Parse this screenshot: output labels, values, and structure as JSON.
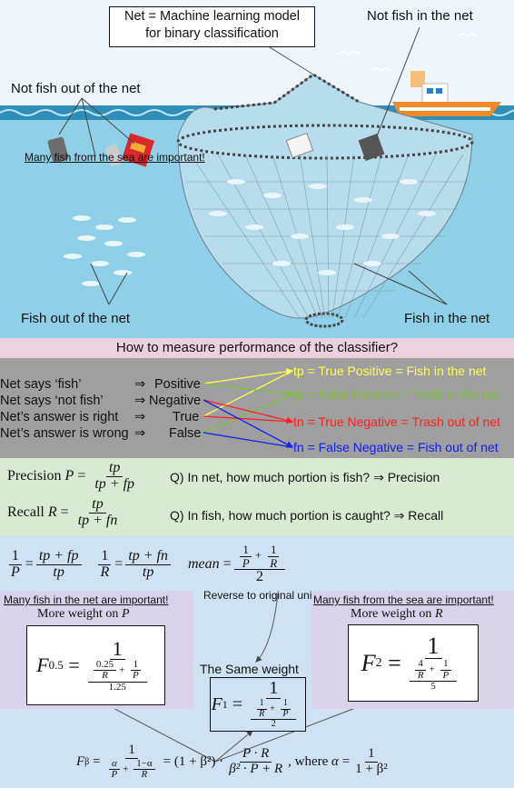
{
  "scene": {
    "net_label": "Net = Machine learning model\nfor binary classification",
    "not_fish_in_net": "Not fish in the net",
    "not_fish_out_of_net": "Not fish out of the net",
    "many_fish_sea": "Many fish from the sea are important!",
    "fish_out_of_net": "Fish out of the net",
    "fish_in_net": "Fish in the net",
    "colors": {
      "sky": "#e6f3fb",
      "sea": "#8fd2ea",
      "sea_top": "#3aa3c8"
    }
  },
  "measure": {
    "title": "How to measure performance of the classifier?"
  },
  "definitions": {
    "left": [
      {
        "label": "Net says ‘fish’",
        "arrow": "⇒",
        "value": "Positive"
      },
      {
        "label": "Net says ‘not fish’",
        "arrow": "⇒",
        "value": "Negative"
      },
      {
        "label": "Net’s answer is right",
        "arrow": "⇒",
        "value": "True"
      },
      {
        "label": "Net’s answer is wrong",
        "arrow": "⇒",
        "value": "False"
      }
    ],
    "right": [
      {
        "text": "tp = True Positive = Fish in the net",
        "color": "#ffff55"
      },
      {
        "text": "fp = False Positive = Trash in the net",
        "color": "#7dbf3a"
      },
      {
        "text": "tn = True Negative = Trash out of net",
        "color": "#ff2020"
      },
      {
        "text": "fn = False Negative = Fish out of net",
        "color": "#1020ee"
      }
    ]
  },
  "pr": {
    "precision_label": "Precision",
    "precision_var": "P",
    "precision_num": "tp",
    "precision_den": "tp + fp",
    "precision_q": "Q) In net, how much portion is fish? ⇒ Precision",
    "recall_label": "Recall",
    "recall_var": "R",
    "recall_num": "tp",
    "recall_den": "tp + fn",
    "recall_q": "Q) In fish, how much portion is caught? ⇒ Recall"
  },
  "formulas": {
    "one": "1",
    "P": "P",
    "R": "R",
    "two": "2",
    "tp_fp": "tp + fp",
    "tp_fn": "tp + fn",
    "tp": "tp",
    "mean": "mean",
    "reverse": "Reverse to original unit",
    "left_note": "Many fish in the net are important!",
    "left_weight": "More weight on",
    "right_note": "Many fish from the sea are important!",
    "right_weight": "More weight on",
    "same_weight": "The Same weight",
    "f05": "F",
    "f05_sub": "0.5",
    "f05_coef_R": "0.25",
    "f05_den": "1.25",
    "f1": "F",
    "f1_sub": "1",
    "f2": "F",
    "f2_sub": "2",
    "f2_coef_R": "4",
    "f2_den": "5",
    "fb": "F",
    "fb_sub": "β",
    "alpha": "α",
    "one_minus_alpha": "1−α",
    "one_plus_b2": "(1 + β²)",
    "pr_num": "P · R",
    "pr_den": "β² · P + R",
    "where": ", where",
    "alpha_den": "1 + β²"
  }
}
